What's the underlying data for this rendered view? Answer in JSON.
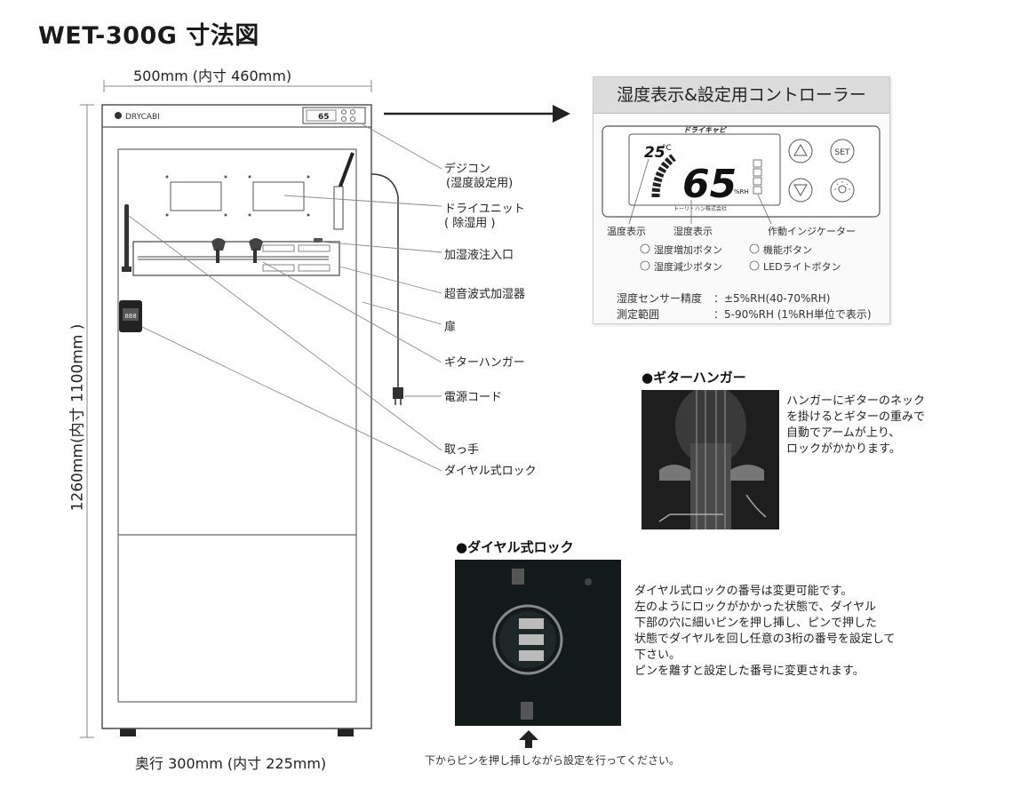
{
  "title": "WET-300G 寸法図",
  "dimensions": {
    "width": "500mm (内寸 460mm)",
    "height": "1260mm(内寸 1100mm )",
    "depth": "奥行 300mm (内寸 225mm)"
  },
  "cabinet": {
    "brand": "DRYCABI",
    "display_value": "65"
  },
  "callouts": [
    "デジコン",
    "(湿度設定用)",
    "ドライユニット",
    "( 除湿用 )",
    "加湿液注入口",
    "超音波式加湿器",
    "扉",
    "ギターハンガー",
    "電源コード",
    "取っ手",
    "ダイヤル式ロック"
  ],
  "controller": {
    "title": "湿度表示&設定用コントローラー",
    "logo": "ドライキャビ",
    "temp": "25",
    "temp_unit": "°C",
    "humidity": "65",
    "humidity_unit": "%RH",
    "maker": "トーリ・ハン株式会社",
    "set_button": "SET",
    "labels": {
      "temp_display": "温度表示",
      "humidity_display": "湿度表示",
      "indicator": "作動インジケーター",
      "up_button": "湿度増加ボタン",
      "function_button": "機能ボタン",
      "down_button": "湿度減少ボタン",
      "led_button": "LEDライトボタン"
    },
    "spec_accuracy_label": "湿度センサー精度",
    "spec_accuracy_value": "：±5%RH(40-70%RH)",
    "spec_range_label": "測定範囲",
    "spec_range_value": "：5-90%RH (1%RH単位で表示)"
  },
  "guitar_hanger": {
    "heading": "●ギターハンガー",
    "description": [
      "ハンガーにギターのネック",
      "を掛けるとギターの重みで",
      "自動でアームが上り、",
      "ロックがかかります。"
    ]
  },
  "dial_lock": {
    "heading": "●ダイヤル式ロック",
    "description": [
      "ダイヤル式ロックの番号は変更可能です。",
      "左のようにロックがかかった状態で、ダイヤル",
      "下部の穴に細いピンを押し挿し、ピンで押した",
      "状態でダイヤルを回し任意の3桁の番号を設定して",
      "下さい。",
      "ピンを離すと設定した番号に変更されます。"
    ],
    "caption": "下からピンを押し挿しながら設定を行ってください。"
  }
}
